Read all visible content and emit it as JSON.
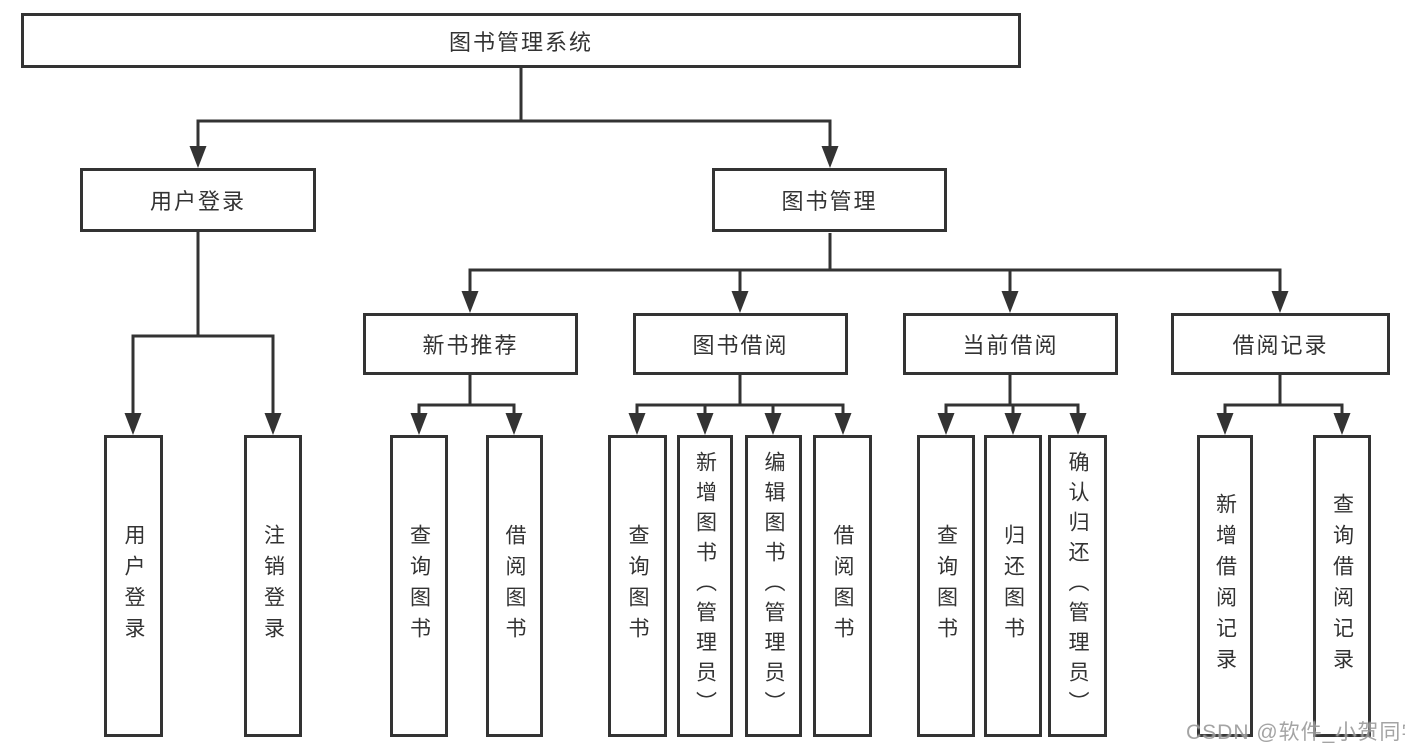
{
  "diagram_title": "图书管理系统",
  "tree": {
    "label": "图书管理系统",
    "children": [
      {
        "label": "用户登录",
        "children": [
          {
            "label": "用户登录"
          },
          {
            "label": "注销登录"
          }
        ]
      },
      {
        "label": "图书管理",
        "children": [
          {
            "label": "新书推荐",
            "children": [
              {
                "label": "查询图书"
              },
              {
                "label": "借阅图书"
              }
            ]
          },
          {
            "label": "图书借阅",
            "children": [
              {
                "label": "查询图书"
              },
              {
                "label": "新增图书（管理员）"
              },
              {
                "label": "编辑图书（管理员）"
              },
              {
                "label": "借阅图书"
              }
            ]
          },
          {
            "label": "当前借阅",
            "children": [
              {
                "label": "查询图书"
              },
              {
                "label": "归还图书"
              },
              {
                "label": "确认归还（管理员）"
              }
            ]
          },
          {
            "label": "借阅记录",
            "children": [
              {
                "label": "新增借阅记录"
              },
              {
                "label": "查询借阅记录"
              }
            ]
          }
        ]
      }
    ]
  },
  "watermark": {
    "text": "CSDN @软件_小贺同学"
  },
  "colors": {
    "line": "#333333",
    "box_border": "#333333",
    "text": "#333333",
    "background": "#ffffff",
    "watermark": "#9b9b9b"
  }
}
